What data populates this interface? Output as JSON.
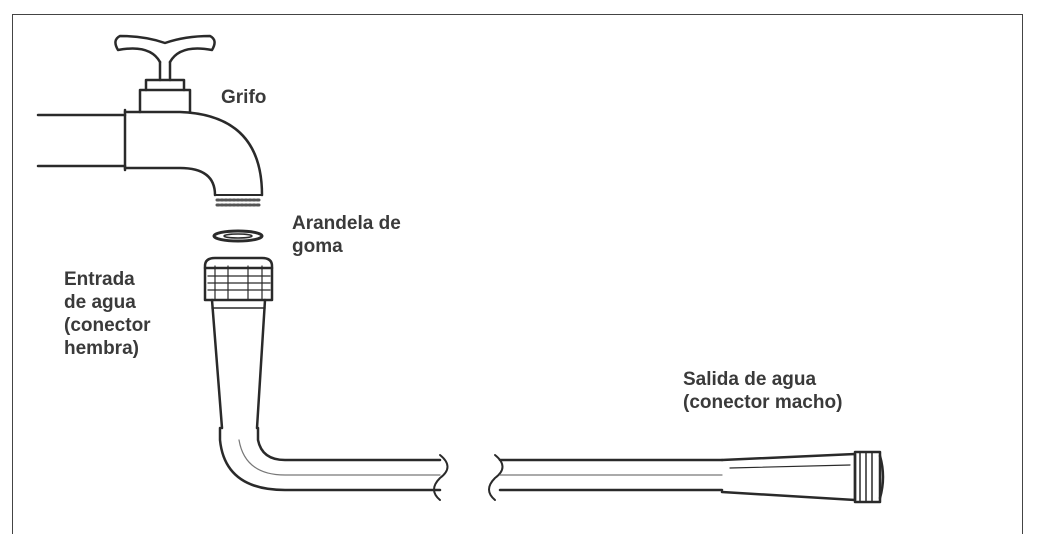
{
  "labels": {
    "tap": "Grifo",
    "washer": "Arandela de\ngoma",
    "inlet": "Entrada\nde agua\n(conector\nhembra)",
    "outlet": "Salida de agua\n(conector macho)"
  }
}
